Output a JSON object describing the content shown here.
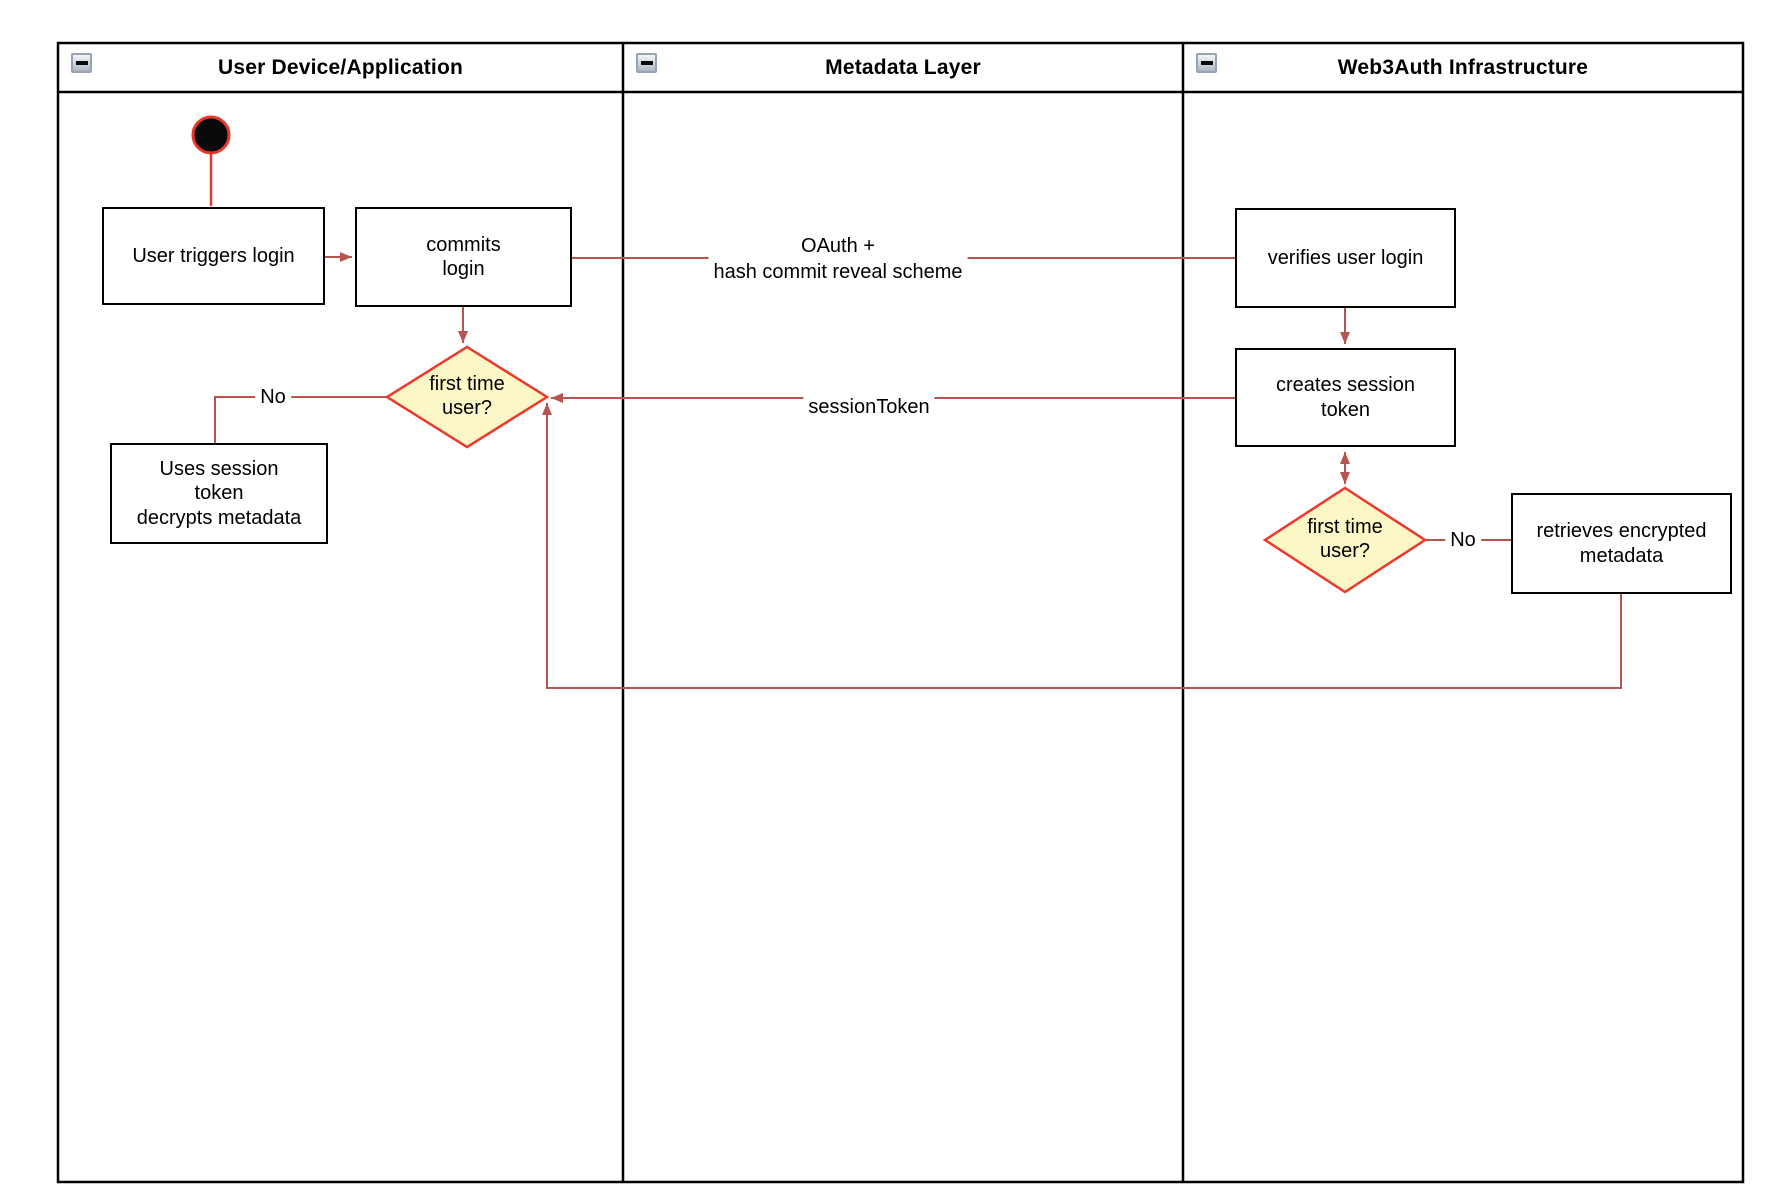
{
  "lanes": [
    {
      "title": "User Device/Application",
      "icon": "minus-icon"
    },
    {
      "title": "Metadata Layer",
      "icon": "minus-icon"
    },
    {
      "title": "Web3Auth Infrastructure",
      "icon": "minus-icon"
    }
  ],
  "nodes": {
    "start": "initial-node",
    "user_triggers_login": "User triggers login",
    "commits_login": "commits\nlogin",
    "first_time_user_left": "first time\nuser?",
    "uses_session_token": "Uses session\ntoken\ndecrypts metadata",
    "verifies_user_login": "verifies user login",
    "creates_session_token": "creates session\ntoken",
    "first_time_user_right": "first time\nuser?",
    "retrieves_encrypted_metadata": "retrieves encrypted\nmetadata"
  },
  "edge_labels": {
    "oauth": "OAuth +\nhash commit reveal scheme",
    "session_token": "sessionToken",
    "no_left": "No",
    "no_right": "No"
  },
  "colors": {
    "connector": "#B85450",
    "initial-edge": "#E8382D",
    "decision-fill": "#FBF7C6",
    "decision-stroke": "#EF382B",
    "frame-stroke": "#000000"
  }
}
